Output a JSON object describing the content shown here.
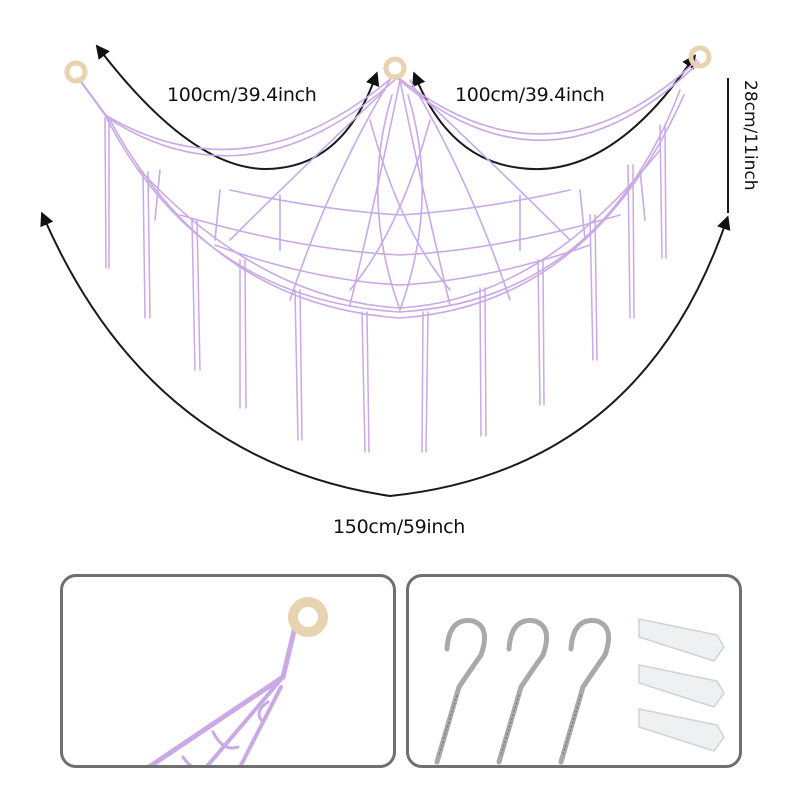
{
  "product": {
    "type": "Macrame hanging net with fringe",
    "net_color": "#c9a9e6",
    "ring_color": "#e8d3b0"
  },
  "dimensions": {
    "left_top_span": "100cm/39.4inch",
    "right_top_span": "100cm/39.4inch",
    "depth": "28cm/11inch",
    "bottom_span": "150cm/59inch"
  },
  "panels": [
    {
      "name": "ring-detail",
      "content": "Wooden ring with purple cord close-up"
    },
    {
      "name": "hardware",
      "content": "3 screw hooks and 3 plastic wall anchors"
    }
  ],
  "hardware": {
    "screw_hooks": 3,
    "wall_anchors": 3
  }
}
